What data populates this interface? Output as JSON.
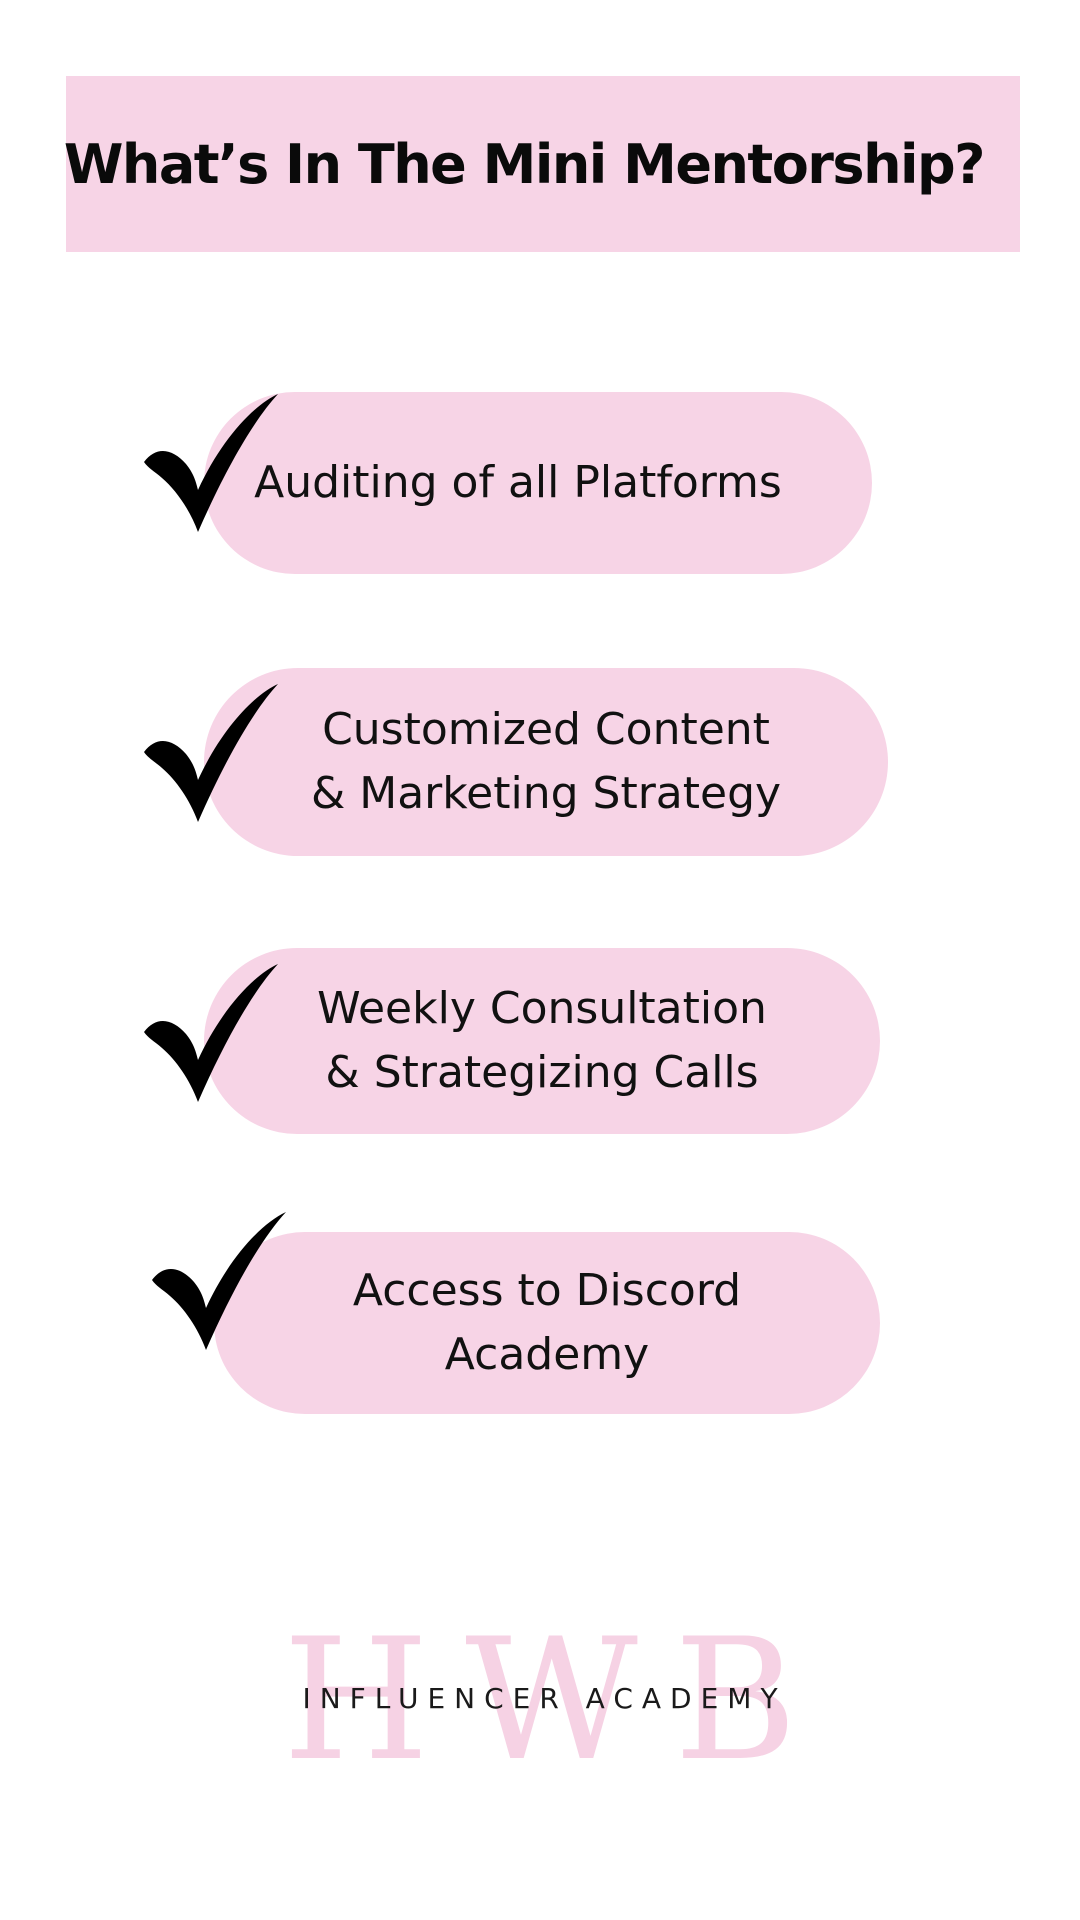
{
  "header": {
    "title": "What’s In The Mini Mentorship?"
  },
  "items": [
    {
      "lines": [
        "Auditing of all Platforms"
      ],
      "icon": "check-icon"
    },
    {
      "lines": [
        "Customized Content",
        "& Marketing Strategy"
      ],
      "icon": "check-icon"
    },
    {
      "lines": [
        "Weekly Consultation",
        "& Strategizing Calls"
      ],
      "icon": "check-icon"
    },
    {
      "lines": [
        "Access to Discord",
        "Academy"
      ],
      "icon": "check-icon"
    }
  ],
  "logo": {
    "monogram": "HWB",
    "tagline": "INFLUENCER ACADEMY"
  },
  "colors": {
    "pink": "#f7d4e6",
    "text": "#111111",
    "monogram": "#f6d2e4"
  }
}
